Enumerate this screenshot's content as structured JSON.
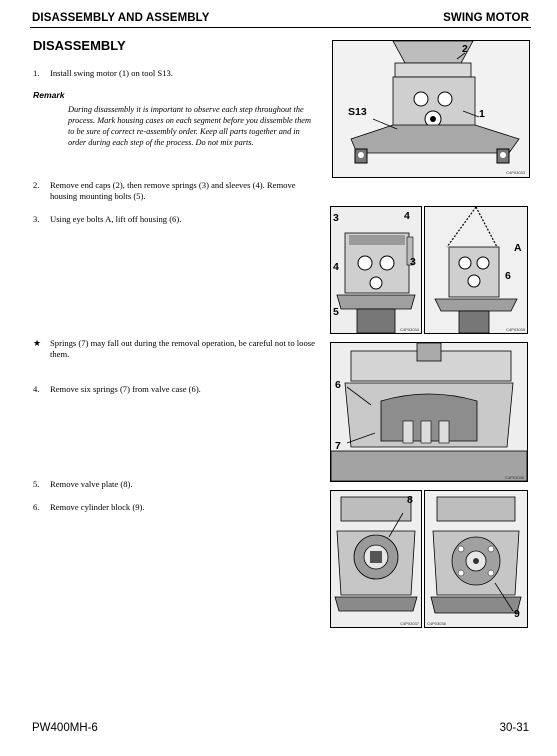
{
  "header": {
    "left": "DISASSEMBLY AND ASSEMBLY",
    "right": "SWING MOTOR"
  },
  "section_title": "DISASSEMBLY",
  "steps": [
    {
      "num": "1.",
      "text": "Install swing motor (1) on tool S13."
    },
    {
      "num": "2.",
      "text": "Remove end caps (2), then remove springs (3) and sleeves (4). Remove housing mounting bolts (5)."
    },
    {
      "num": "3.",
      "text": "Using eye bolts A, lift off housing (6)."
    },
    {
      "num": "★",
      "text": "Springs (7) may fall out during the removal operation, be careful not to loose them."
    },
    {
      "num": "4.",
      "text": "Remove six springs (7) from valve case (6)."
    },
    {
      "num": "5.",
      "text": "Remove valve plate (8)."
    },
    {
      "num": "6.",
      "text": "Remove cylinder block (9)."
    }
  ],
  "remark": {
    "title": "Remark",
    "text": "During disassembly it is important to observe each step throughout the process. Mark housing cases on each segment before you dissemble them to be sure of correct re-assembly order. Keep all parts together and in order during each step of the process. Do not mix parts."
  },
  "figures": {
    "fig1": {
      "labels": [
        "2",
        "S13",
        "1"
      ],
      "code": "C4P03033"
    },
    "fig2a": {
      "labels": [
        "3",
        "4",
        "4",
        "3",
        "5"
      ],
      "code": "C4P03034"
    },
    "fig2b": {
      "labels": [
        "A",
        "6"
      ],
      "code": "C4P03035"
    },
    "fig3": {
      "labels": [
        "6",
        "7"
      ],
      "code": "C4P03036"
    },
    "fig4a": {
      "labels": [
        "8"
      ],
      "code": "C4P03037"
    },
    "fig4b": {
      "labels": [
        "9"
      ],
      "code": "C4P03038"
    }
  },
  "footer": {
    "left": "PW400MH-6",
    "right": "30-31"
  }
}
